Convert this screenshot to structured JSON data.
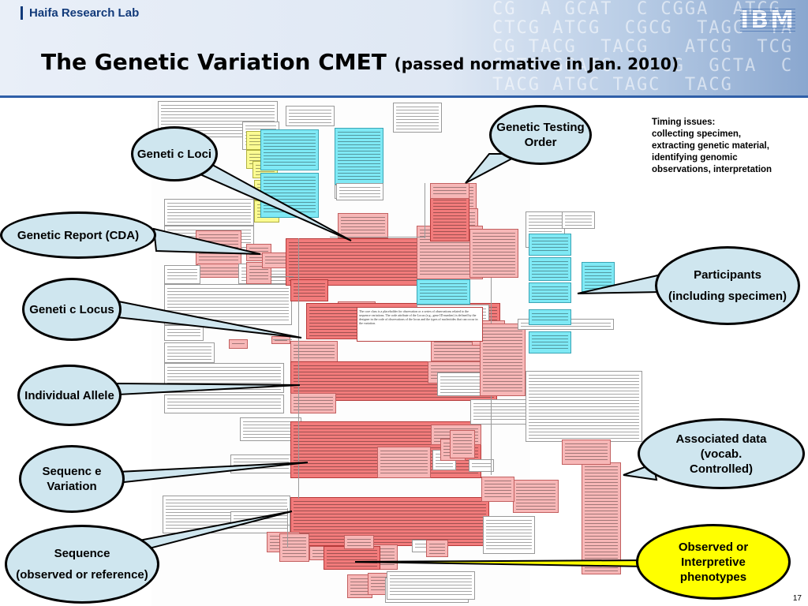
{
  "header": {
    "lab": "Haifa Research Lab",
    "logo": "IBM",
    "title": "The Genetic Variation CMET",
    "subtitle": "(passed normative in Jan. 2010)",
    "dna_bg": "CG  A GCAT  C CGGA  ATCG\nCTCG ATCG  CGCG  TAGC  TA\nCG TACG  TACG   ATCG  TCG\nGCTA GCATC  ATCG  GCTA  C\nTACG ATGC TAGC  TACG"
  },
  "callouts": {
    "genetic_testing_order": "Genetic Testing Order",
    "genetic_loci": "Geneti c Loci",
    "genetic_report": "Genetic Report (CDA)",
    "genetic_locus": "Geneti c Locus",
    "individual_allele": "Individual Allele",
    "sequence_variation": "Sequenc e Variation",
    "sequence_line1": "Sequence",
    "sequence_line2": "(observed or reference)",
    "participants_line1": "Participants",
    "participants_line2": "(including specimen)",
    "associated_data": "Associated data (vocab. Controlled)",
    "phenotypes": "Observed or Interpretive phenotypes"
  },
  "timing_note": "Timing issues:\ncollecting specimen,\nextracting genetic material,\nidentifying genomic\nobservations, interpretation",
  "diagram_note": "The core class is a placeholder for observation or a series of observations related to the sequence variations. The code attribute of the Locus (e.g., gene ID number) is defined by the designer in the code of observations of the locus and the types of nucleotides that can occur in the variation.",
  "page_number": "17",
  "colors": {
    "callout_fill": "#cfe6ef",
    "phenotype_fill": "#ffff00",
    "class_red": "#f27b7b",
    "class_cyan": "#7fe9f5",
    "class_yellow": "#fbfb92"
  }
}
